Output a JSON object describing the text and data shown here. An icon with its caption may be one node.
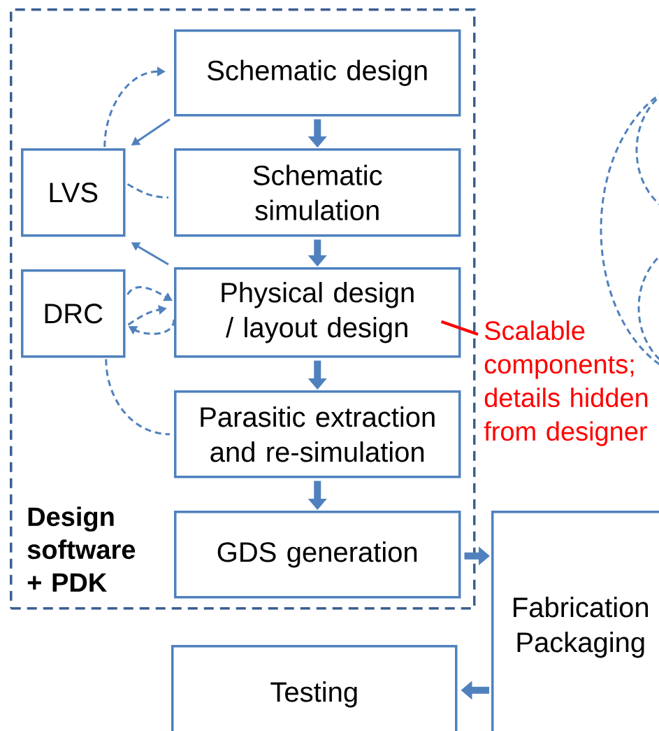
{
  "diagram": {
    "nodes": [
      {
        "text": [
          "Design software + PDK"
        ]
      },
      {
        "text": [
          "Schematic design"
        ],
        "in": 0
      },
      {
        "text": [
          "Schematic simulation"
        ],
        "in": 0
      },
      {
        "text": [
          "Physical design / layout design"
        ],
        "in": 0
      },
      {
        "text": [
          "Parasitic extraction and re-simulation"
        ],
        "in": 0
      },
      {
        "text": [
          "GDS generation"
        ],
        "in": 0
      },
      {
        "text": [
          "LVS"
        ],
        "in": 0
      },
      {
        "text": [
          "DRC"
        ],
        "in": 0
      },
      {
        "text": [
          "Fabrication Packaging"
        ]
      },
      {
        "text": [
          "Testing"
        ]
      },
      {
        "text": [
          "Scalable components; details hidden from designer"
        ]
      }
    ],
    "edges": [
      {
        "from": 1,
        "to": 2,
        "arrow": "to",
        "style": "thick"
      },
      {
        "from": 2,
        "to": 3,
        "arrow": "to",
        "style": "thick"
      },
      {
        "from": 3,
        "to": 4,
        "arrow": "to",
        "style": "thick"
      },
      {
        "from": 4,
        "to": 5,
        "arrow": "to",
        "style": "thick"
      },
      {
        "from": 5,
        "to": 8,
        "arrow": "to",
        "style": "thick"
      },
      {
        "from": 8,
        "to": 9,
        "arrow": "to",
        "style": "thick"
      },
      {
        "from": 1,
        "to": 6,
        "arrow": "to"
      },
      {
        "from": 3,
        "to": 6,
        "arrow": "to"
      },
      {
        "from": 6,
        "to": 1,
        "arrow": "to",
        "style": "dashed"
      },
      {
        "from": 6,
        "to": 2,
        "arrow": "none",
        "style": "dashed"
      },
      {
        "from": 7,
        "to": 3,
        "arrow": "to",
        "style": "dashed"
      },
      {
        "from": 7,
        "to": 3,
        "arrow": "to",
        "style": "dashed"
      },
      {
        "from": 3,
        "to": 7,
        "arrow": "to",
        "style": "dashed"
      },
      {
        "from": 7,
        "to": 4,
        "arrow": "none",
        "style": "dashed"
      },
      {
        "from": 10,
        "to": 3,
        "arrow": "none",
        "color": "#ff0000"
      }
    ]
  }
}
